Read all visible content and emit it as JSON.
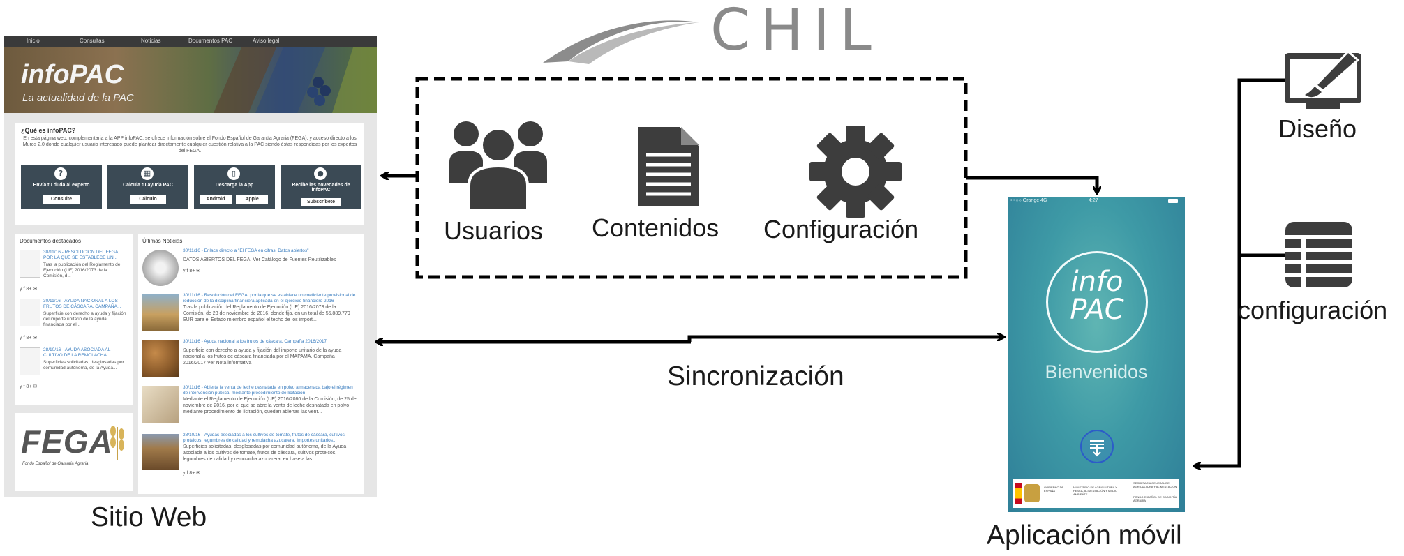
{
  "diagram": {
    "logo_text": "CHIL",
    "labels": {
      "web": "Sitio Web",
      "app": "Aplicación móvil",
      "sync": "Sincronización",
      "users": "Usuarios",
      "contents": "Contenidos",
      "configuration": "Configuración",
      "design": "Diseño",
      "configuration_small": "configuración"
    },
    "icons": [
      "users-icon",
      "document-icon",
      "gear-icon",
      "monitor-brush-icon",
      "list-icon"
    ]
  },
  "website": {
    "nav": [
      "Inicio",
      "Consultas",
      "Noticias",
      "Documentos PAC",
      "Aviso legal"
    ],
    "logo": "infoPAC",
    "tagline": "La actualidad de la PAC",
    "about": {
      "title": "¿Qué es infoPAC?",
      "text": "En esta página web, complementaria a la APP infoPAC, se ofrece información sobre el Fondo Español de Garantía Agraria (FEGA), y acceso directo a los Muros 2.0 donde cualquier usuario interesado puede plantear directamente cualquier cuestión relativa a la PAC siendo éstas respondidas por los expertos del FEGA."
    },
    "ctas": [
      {
        "icon": "?",
        "label": "Envía tu duda al experto",
        "buttons": [
          "Consulte"
        ]
      },
      {
        "icon": "▦",
        "label": "Calcula tu ayuda PAC",
        "buttons": [
          "Cálculo"
        ]
      },
      {
        "icon": "▯",
        "label": "Descarga la App",
        "buttons": [
          "Android",
          "Apple"
        ]
      },
      {
        "icon": "●",
        "label": "Recibe las novedades de infoPAC",
        "buttons": [
          "Subscríbete"
        ]
      }
    ],
    "docs_title": "Documentos destacados",
    "docs": [
      {
        "title": "30/11/16 - RESOLUCION DEL FEGA, POR LA QUE SE ESTABLECE UN...",
        "text": "Tras la publicación del Reglamento de Ejecución (UE) 2016/2073 de la Comisión, d..."
      },
      {
        "title": "30/11/16 - AYUDA NACIONAL A LOS FRUTOS DE CÁSCARA. CAMPAÑA...",
        "text": "Superficie con derecho a ayuda y fijación del importe unitario de la ayuda financiada por el..."
      },
      {
        "title": "28/10/16 - AYUDA ASOCIADA AL CULTIVO DE LA REMOLACHA...",
        "text": "Superficies solicitadas, desglosadas por comunidad autónoma, de la Ayuda..."
      }
    ],
    "news_title": "Últimas Noticias",
    "news": [
      {
        "title": "30/11/16 - Enlace directo a \"El FEGA en cifras. Datos abiertos\"",
        "text": "DATOS ABIERTOS DEL FEGA. Ver Catálogo de Fuentes Reutilizables"
      },
      {
        "title": "30/11/16 - Resolución del FEGA, por la que se establece un coeficiente provisional de reducción de la disciplina financiera aplicada en el ejercicio financiero 2016",
        "text": "Tras la publicación del Reglamento de Ejecución (UE) 2016/2073 de la Comisión, de 23 de noviembre de 2016, donde fija, en un total de 55.889.779 EUR para el Estado miembro español el techo de los import..."
      },
      {
        "title": "30/11/16 - Ayuda nacional a los frutos de cáscara. Campaña 2016/2017",
        "text": "Superficie con derecho a ayuda y fijación del importe unitario de la ayuda nacional a los frutos de cáscara financiada por el MAPAMA. Campaña 2016/2017 Ver Nota informativa"
      },
      {
        "title": "30/11/16 - Abierta la venta de leche desnatada en polvo almacenada bajo el régimen de intervención pública, mediante procedimiento de licitación",
        "text": "Mediante el Reglamento de Ejecución (UE) 2016/2080 de la Comisión, de 25 de noviembre de 2016, por el que se abre la venta de leche desnatada en polvo mediante procedimiento de licitación, quedan abiertas las vent..."
      },
      {
        "title": "28/10/16 - Ayudas asociadas a los cultivos de tomate, frutos de cáscara, cultivos proteicos, legumbres de calidad y remolacha azucarera. Importes unitarios...",
        "text": "Superficies solicitadas, desglosadas por comunidad autónoma, de la Ayuda asociada a los cultivos de tomate, frutos de cáscara, cultivos proteicos, legumbres de calidad y remolacha azucarera, en base a las..."
      }
    ],
    "social": "y f 8+ ✉",
    "fega_logo": "FEGA",
    "fega_sub": "Fondo Español de Garantía Agraria"
  },
  "phone": {
    "carrier": "•••○○ Orange  4G",
    "time": "4:27",
    "logo_line1": "info",
    "logo_line2": "PAC",
    "welcome": "Bienvenidos",
    "footer_texts": [
      "GOBIERNO DE ESPAÑA",
      "MINISTERIO DE AGRICULTURA Y PESCA, ALIMENTACIÓN Y MEDIO AMBIENTE",
      "SECRETARÍA GENERAL DE AGRICULTURA Y ALIMENTACIÓN",
      "FONDO ESPAÑOL DE GARANTÍA AGRARIA"
    ]
  },
  "colors": {
    "dark_icon": "#3d3d3d",
    "phone_teal": "#3e9aa6",
    "web_button": "#3b4a55",
    "link_blue": "#3a7dbf"
  }
}
